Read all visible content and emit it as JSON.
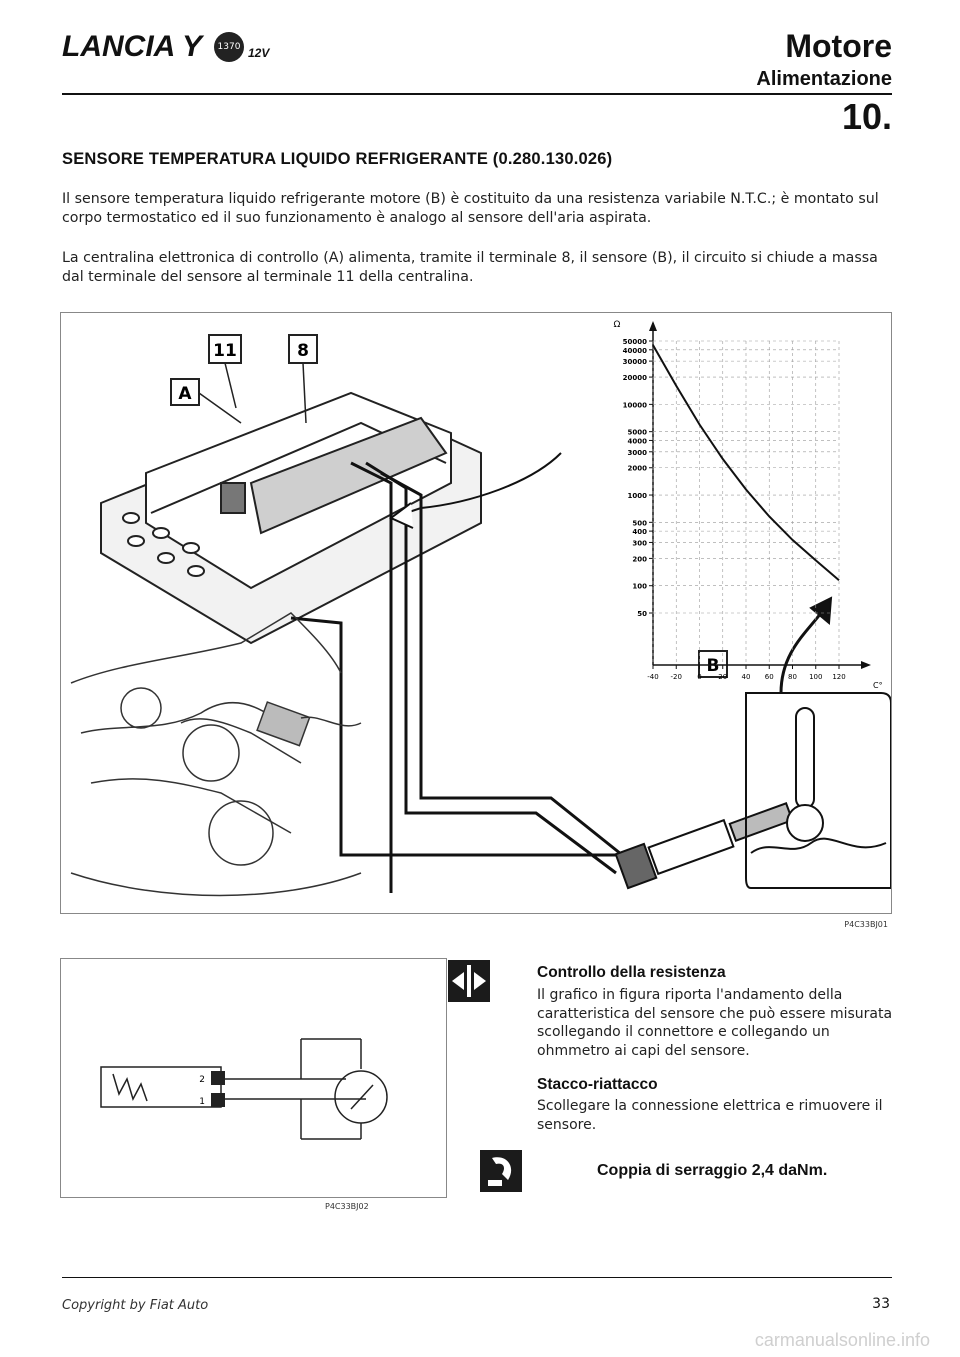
{
  "header": {
    "brand": "LANCIA Y",
    "badge": "1370",
    "badge_sub": "12V",
    "section": "Motore",
    "subsection": "Alimentazione",
    "chapter": "10."
  },
  "title": "SENSORE TEMPERATURA LIQUIDO REFRIGERANTE (0.280.130.026)",
  "paragraphs": [
    "Il sensore temperatura liquido refrigerante motore (B) è costituito da una resistenza variabile N.T.C.; è montato sul corpo termostatico ed il suo funzionamento è analogo al sensore dell'aria aspirata.",
    "La centralina elettronica di controllo (A) alimenta, tramite il terminale 8, il sensore (B), il circuito si chiude a massa dal terminale del sensore al terminale 11 della centralina."
  ],
  "figure1": {
    "labels": {
      "t11": "11",
      "t8": "8",
      "a": "A",
      "b": "B"
    },
    "code": "P4C33BJ01",
    "chart_data": {
      "type": "line",
      "ylabel": "Ω",
      "xlabel": "C°",
      "y_ticks": [
        50000,
        40000,
        30000,
        20000,
        10000,
        5000,
        4000,
        3000,
        2000,
        1000,
        500,
        400,
        300,
        200,
        100,
        50
      ],
      "y_tick_labels": [
        "50000",
        "40000",
        "30000",
        "20000",
        "10000",
        "5000",
        "4000",
        "3000",
        "2000",
        "1000",
        "500",
        "400",
        "300",
        "200",
        "100",
        "50"
      ],
      "x_ticks": [
        -40,
        -20,
        0,
        20,
        40,
        60,
        80,
        100,
        120
      ],
      "x_tick_labels": [
        "-40",
        "-20",
        "0",
        "20",
        "40",
        "60",
        "80",
        "100",
        "120"
      ],
      "log_y": true,
      "series": [
        {
          "x": [
            -40,
            -20,
            0,
            20,
            40,
            60,
            80,
            100,
            120
          ],
          "values": [
            45000,
            16000,
            6000,
            2500,
            1150,
            580,
            320,
            190,
            115
          ]
        }
      ]
    }
  },
  "figure2": {
    "pins": [
      "2",
      "1"
    ],
    "code": "P4C33BJ02"
  },
  "side": {
    "heading1": "Controllo della resistenza",
    "text1": "Il grafico in figura riporta l'andamento della caratteristica del sensore che può essere misurata scollegando il connettore e collegando un ohmmetro ai capi del sensore.",
    "heading2": "Stacco-riattacco",
    "text2": "Scollegare la connessione elettrica e rimuovere il sensore.",
    "torque": "Coppia di serraggio 2,4 daNm."
  },
  "footer": {
    "copyright": "Copyright by Fiat Auto",
    "page": "33",
    "watermark": "carmanualsonline.info"
  }
}
